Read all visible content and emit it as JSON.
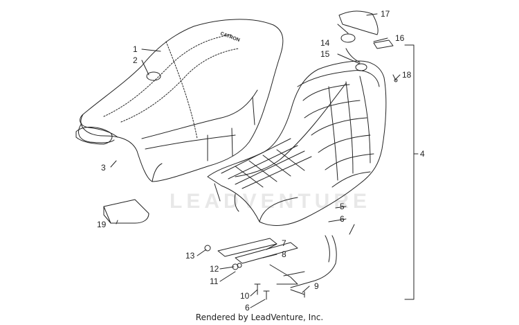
{
  "watermark": "LEADVENTURE",
  "footer": "Rendered by LeadVenture, Inc.",
  "seat_decal": "CATRON",
  "callouts": [
    "1",
    "2",
    "3",
    "4",
    "5",
    "6",
    "6",
    "7",
    "8",
    "9",
    "10",
    "11",
    "12",
    "13",
    "14",
    "15",
    "16",
    "17",
    "18",
    "19"
  ],
  "colors": {
    "line": "#222222",
    "background": "#ffffff"
  }
}
